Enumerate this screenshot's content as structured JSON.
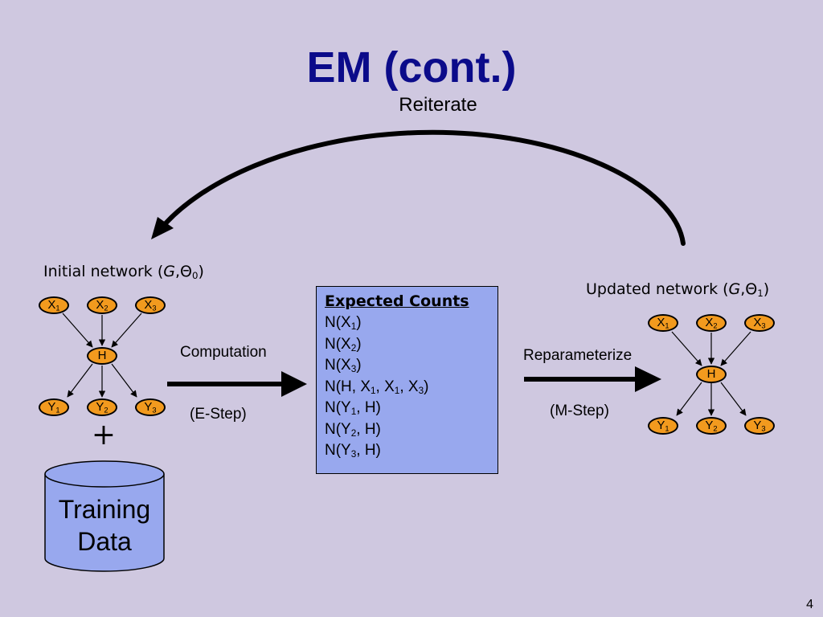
{
  "title": "EM (cont.)",
  "reiterate_label": "Reiterate",
  "initial_network": {
    "label_prefix": "Initial network (",
    "graph_symbol": "G",
    "param_symbol": ",Θ",
    "param_sub": "0",
    "label_suffix": ")",
    "nodes": {
      "x1": {
        "base": "X",
        "sub": "1"
      },
      "x2": {
        "base": "X",
        "sub": "2"
      },
      "x3": {
        "base": "X",
        "sub": "3"
      },
      "h": {
        "base": "H",
        "sub": ""
      },
      "y1": {
        "base": "Y",
        "sub": "1"
      },
      "y2": {
        "base": "Y",
        "sub": "2"
      },
      "y3": {
        "base": "Y",
        "sub": "3"
      }
    }
  },
  "updated_network": {
    "label_prefix": "Updated network (",
    "graph_symbol": "G",
    "param_symbol": ",Θ",
    "param_sub": "1",
    "label_suffix": ")",
    "nodes": {
      "x1": {
        "base": "X",
        "sub": "1"
      },
      "x2": {
        "base": "X",
        "sub": "2"
      },
      "x3": {
        "base": "X",
        "sub": "3"
      },
      "h": {
        "base": "H",
        "sub": ""
      },
      "y1": {
        "base": "Y",
        "sub": "1"
      },
      "y2": {
        "base": "Y",
        "sub": "2"
      },
      "y3": {
        "base": "Y",
        "sub": "3"
      }
    }
  },
  "computation": {
    "label": "Computation",
    "step": "(E-Step)"
  },
  "reparameterize": {
    "label": "Reparameterize",
    "step": "(M-Step)"
  },
  "expected_counts": {
    "heading": "Expected Counts",
    "lines": [
      [
        {
          "t": "N(X"
        },
        {
          "s": "1"
        },
        {
          "t": ")"
        }
      ],
      [
        {
          "t": "N(X"
        },
        {
          "s": "2"
        },
        {
          "t": ")"
        }
      ],
      [
        {
          "t": "N(X"
        },
        {
          "s": "3"
        },
        {
          "t": ")"
        }
      ],
      [
        {
          "t": "N(H, X"
        },
        {
          "s": "1"
        },
        {
          "t": ", X"
        },
        {
          "s": "1"
        },
        {
          "t": ", X"
        },
        {
          "s": "3"
        },
        {
          "t": ")"
        }
      ],
      [
        {
          "t": "N(Y"
        },
        {
          "s": "1"
        },
        {
          "t": ", H)"
        }
      ],
      [
        {
          "t": "N(Y"
        },
        {
          "s": "2"
        },
        {
          "t": ", H)"
        }
      ],
      [
        {
          "t": "N(Y"
        },
        {
          "s": "3"
        },
        {
          "t": ", H)"
        }
      ]
    ]
  },
  "plus_sign": "+",
  "training_data": {
    "line1": "Training",
    "line2": "Data"
  },
  "page_number": "4",
  "colors": {
    "background": "#cfc8e0",
    "title": "#0b0b8a",
    "node_fill": "#f29a1e",
    "counts_box": "#98a8ee",
    "cylinder": "#98a8ee"
  }
}
